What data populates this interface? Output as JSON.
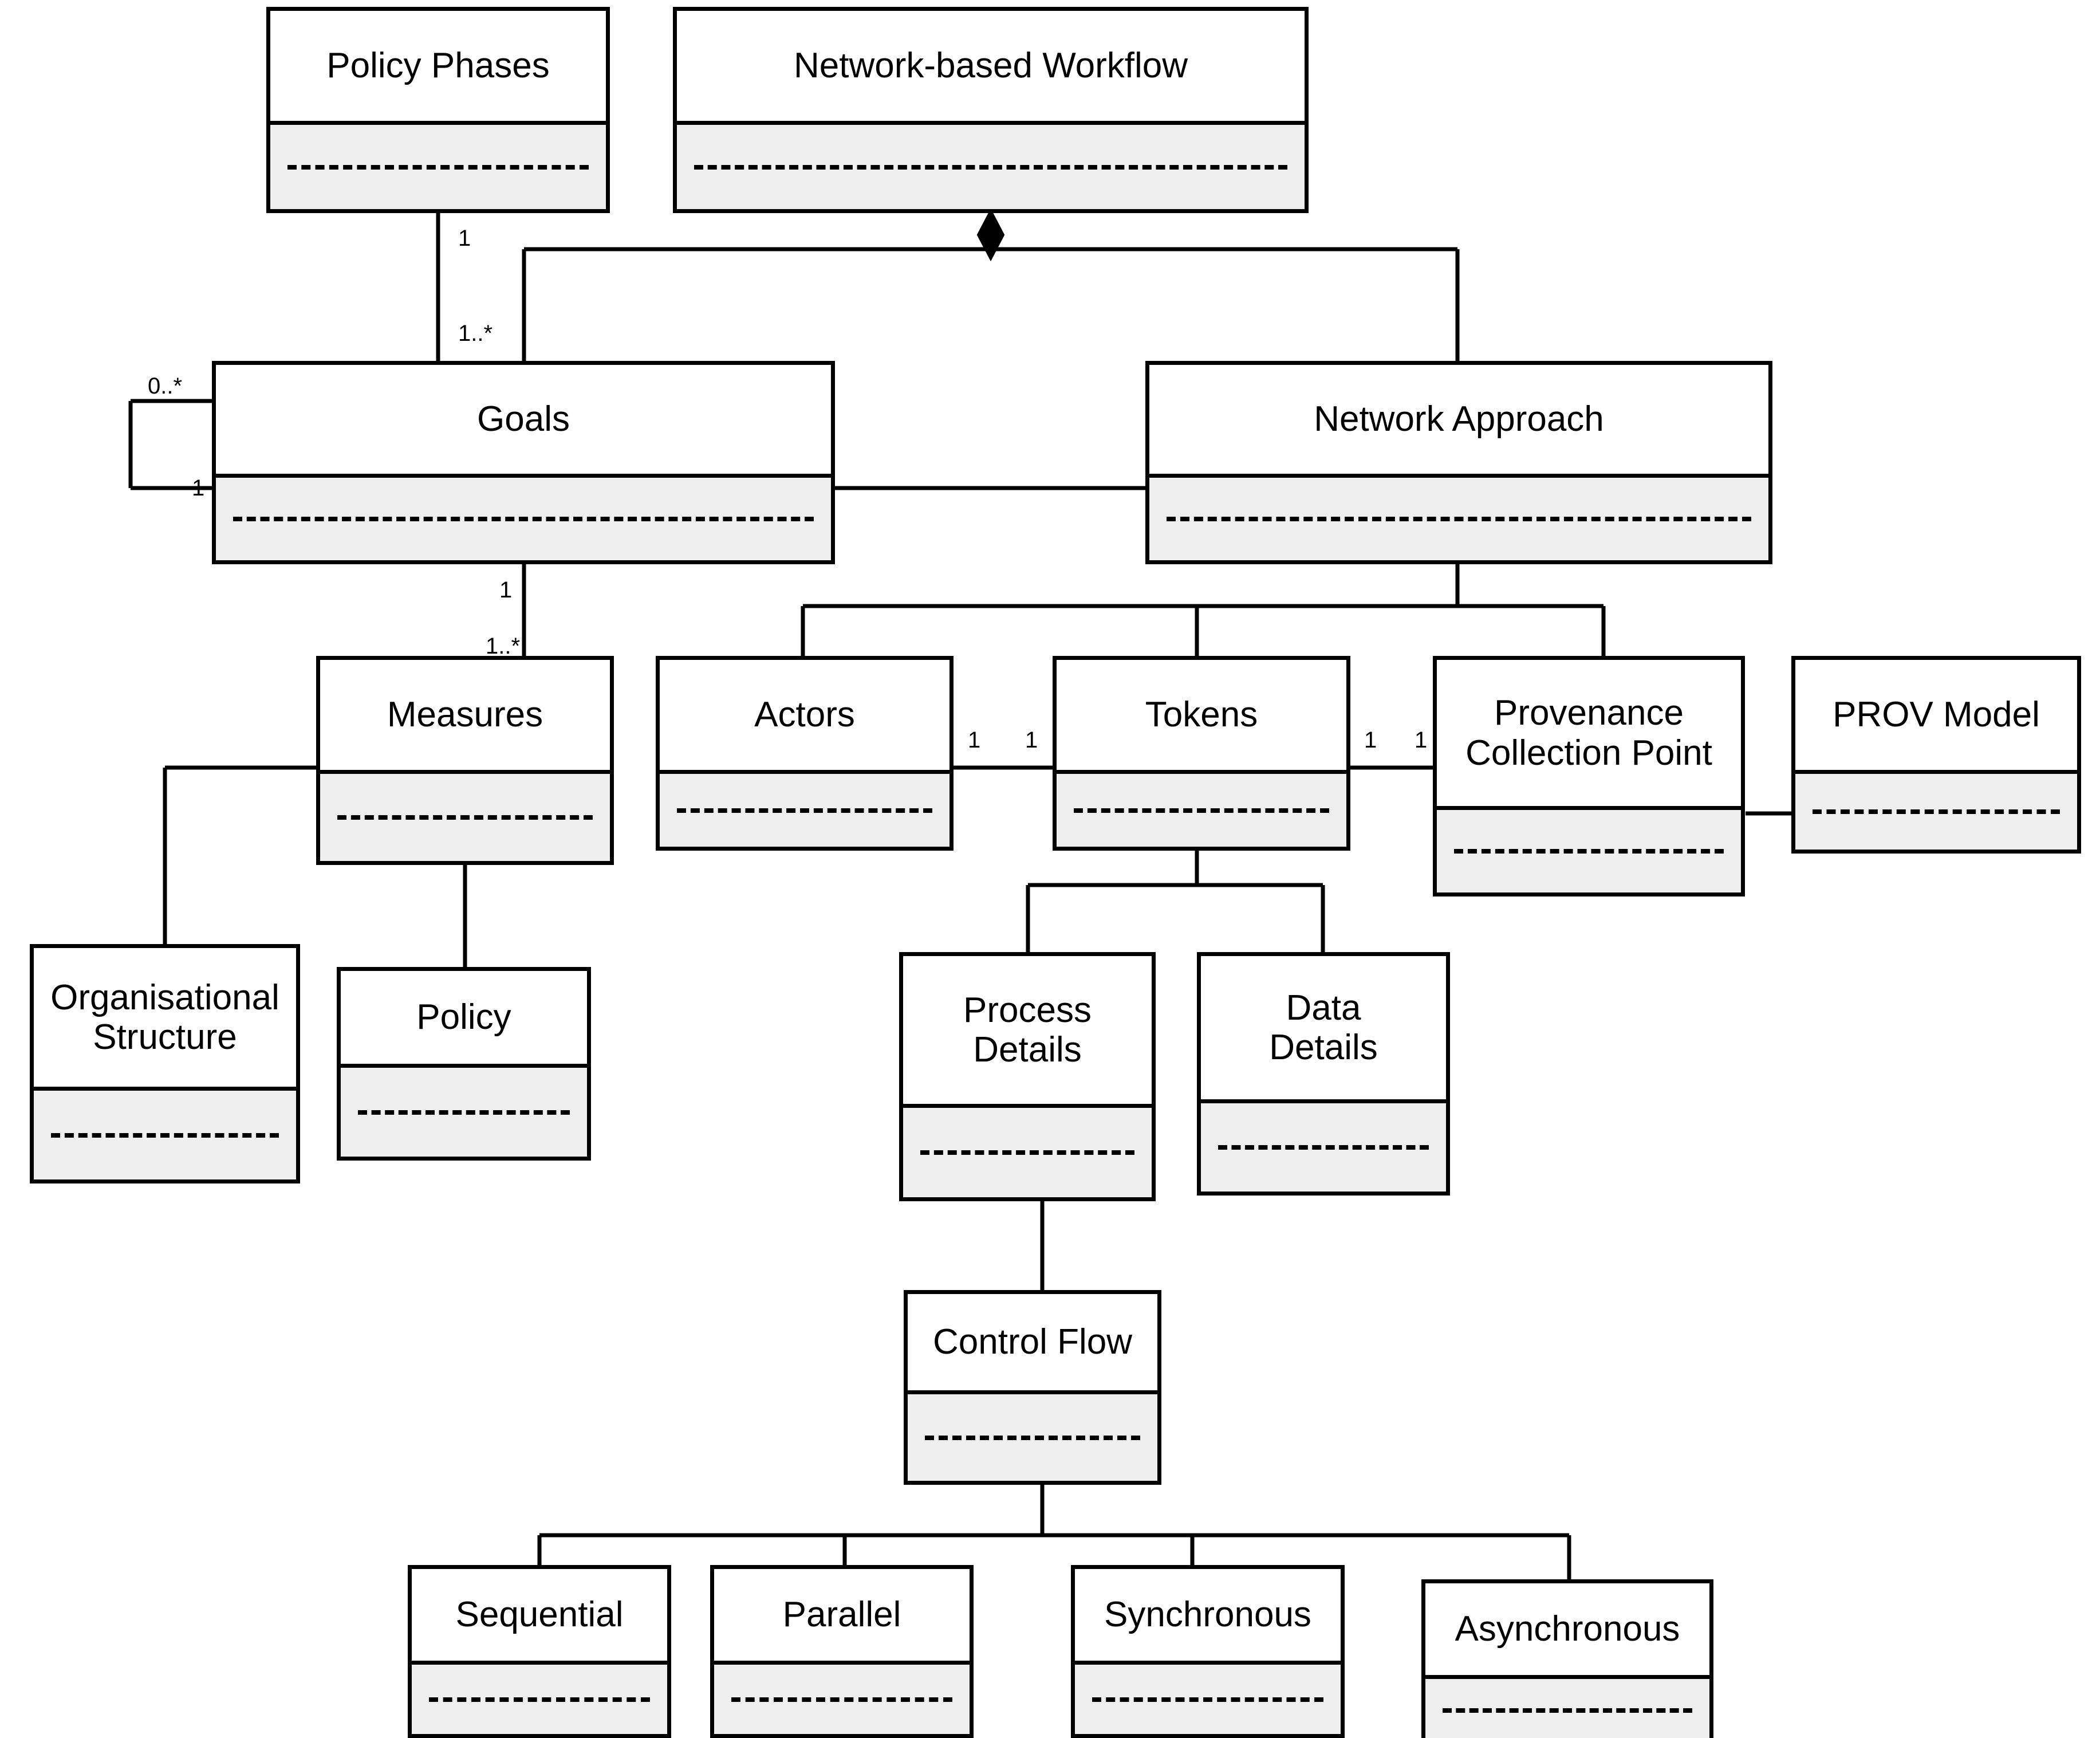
{
  "diagram": {
    "type": "uml-class-diagram",
    "background_color": "#ffffff",
    "line_color": "#000000",
    "class_fill_color": "#ffffff",
    "attribute_compartment_color": "#efefef"
  },
  "classes": [
    {
      "id": "policy_phases",
      "name": "Policy Phases"
    },
    {
      "id": "network_workflow",
      "name": "Network-based Workflow"
    },
    {
      "id": "goals",
      "name": "Goals"
    },
    {
      "id": "network_approach",
      "name": "Network Approach"
    },
    {
      "id": "measures",
      "name": "Measures"
    },
    {
      "id": "actors",
      "name": "Actors"
    },
    {
      "id": "tokens",
      "name": "Tokens"
    },
    {
      "id": "prov_point",
      "name": "Provenance\nCollection Point"
    },
    {
      "id": "prov_model",
      "name": "PROV Model"
    },
    {
      "id": "org_structure",
      "name": "Organisational\nStructure"
    },
    {
      "id": "policy",
      "name": "Policy"
    },
    {
      "id": "process_details",
      "name": "Process\nDetails"
    },
    {
      "id": "data_details",
      "name": "Data\nDetails"
    },
    {
      "id": "control_flow",
      "name": "Control Flow"
    },
    {
      "id": "sequential",
      "name": "Sequential"
    },
    {
      "id": "parallel",
      "name": "Parallel"
    },
    {
      "id": "synchronous",
      "name": "Synchronous"
    },
    {
      "id": "asynchronous",
      "name": "Asynchronous"
    }
  ],
  "multiplicities": [
    {
      "id": "m_policyphases_goals_src",
      "label": "1",
      "association": "Policy Phases - Goals"
    },
    {
      "id": "m_policyphases_goals_tgt",
      "label": "1..*",
      "association": "Policy Phases - Goals"
    },
    {
      "id": "m_goals_self_src",
      "label": "0..*",
      "association": "Goals - Goals (self)"
    },
    {
      "id": "m_goals_self_tgt",
      "label": "1",
      "association": "Goals - Goals (self)"
    },
    {
      "id": "m_goals_measures_src",
      "label": "1",
      "association": "Goals - Measures"
    },
    {
      "id": "m_goals_measures_tgt",
      "label": "1..*",
      "association": "Goals - Measures"
    },
    {
      "id": "m_actors_tokens_src",
      "label": "1",
      "association": "Actors - Tokens"
    },
    {
      "id": "m_actors_tokens_tgt",
      "label": "1",
      "association": "Actors - Tokens"
    },
    {
      "id": "m_tokens_prov_src",
      "label": "1",
      "association": "Tokens - Provenance Collection Point"
    },
    {
      "id": "m_tokens_prov_tgt",
      "label": "1",
      "association": "Tokens - Provenance Collection Point"
    }
  ],
  "relationships": [
    {
      "from": "network_workflow",
      "to": "goals",
      "type": "composition"
    },
    {
      "from": "network_workflow",
      "to": "network_approach",
      "type": "composition"
    },
    {
      "from": "policy_phases",
      "to": "goals",
      "type": "association"
    },
    {
      "from": "goals",
      "to": "goals",
      "type": "self-association"
    },
    {
      "from": "goals",
      "to": "network_approach",
      "type": "association"
    },
    {
      "from": "goals",
      "to": "measures",
      "type": "association"
    },
    {
      "from": "network_approach",
      "to": "actors",
      "type": "association"
    },
    {
      "from": "network_approach",
      "to": "tokens",
      "type": "association"
    },
    {
      "from": "network_approach",
      "to": "prov_point",
      "type": "association"
    },
    {
      "from": "actors",
      "to": "tokens",
      "type": "association"
    },
    {
      "from": "tokens",
      "to": "prov_point",
      "type": "association"
    },
    {
      "from": "prov_point",
      "to": "prov_model",
      "type": "association"
    },
    {
      "from": "measures",
      "to": "org_structure",
      "type": "association"
    },
    {
      "from": "measures",
      "to": "policy",
      "type": "association"
    },
    {
      "from": "tokens",
      "to": "process_details",
      "type": "association"
    },
    {
      "from": "tokens",
      "to": "data_details",
      "type": "association"
    },
    {
      "from": "process_details",
      "to": "control_flow",
      "type": "association"
    },
    {
      "from": "control_flow",
      "to": "sequential",
      "type": "association"
    },
    {
      "from": "control_flow",
      "to": "parallel",
      "type": "association"
    },
    {
      "from": "control_flow",
      "to": "synchronous",
      "type": "association"
    },
    {
      "from": "control_flow",
      "to": "asynchronous",
      "type": "association"
    }
  ]
}
